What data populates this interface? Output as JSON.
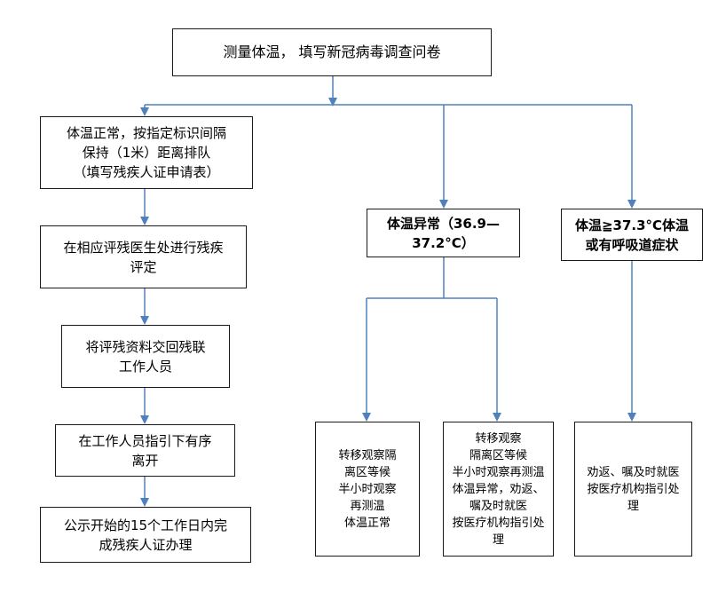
{
  "colors": {
    "connector": "#4f81bd",
    "border": "#1a1a1a"
  },
  "top": {
    "line1": "测量体温，  填写新冠病毒调查问卷"
  },
  "left_column": [
    {
      "lines": [
        "体温正常，按指定标识间隔",
        "保持（1米）距离排队",
        "（填写残疾人证申请表）"
      ]
    },
    {
      "lines": [
        "在相应评残医生处进行残疾",
        "评定"
      ]
    },
    {
      "lines": [
        "将评残资料交回残联",
        "工作人员"
      ]
    },
    {
      "lines": [
        "在工作人员指引下有序",
        "离开"
      ]
    },
    {
      "lines": [
        "公示开始的15个工作日内完",
        "成残疾人证办理"
      ]
    }
  ],
  "middle": {
    "lines": [
      "体温异常（36.9—",
      "37.2°C）"
    ],
    "outcome_a": [
      "转移观察隔",
      "离区等候",
      "半小时观察",
      "再测温",
      "体温正常"
    ],
    "outcome_b": [
      "转移观察",
      "隔离区等候",
      "半小时观察再测温",
      "体温异常，劝返、",
      "嘱及时就医",
      "按医疗机构指引处",
      "理"
    ]
  },
  "right": {
    "lines": [
      "体温≧37.3°C体温",
      "或有呼吸道症状"
    ],
    "outcome": [
      "劝返、嘱及时就医",
      "按医疗机构指引处",
      "理"
    ]
  }
}
